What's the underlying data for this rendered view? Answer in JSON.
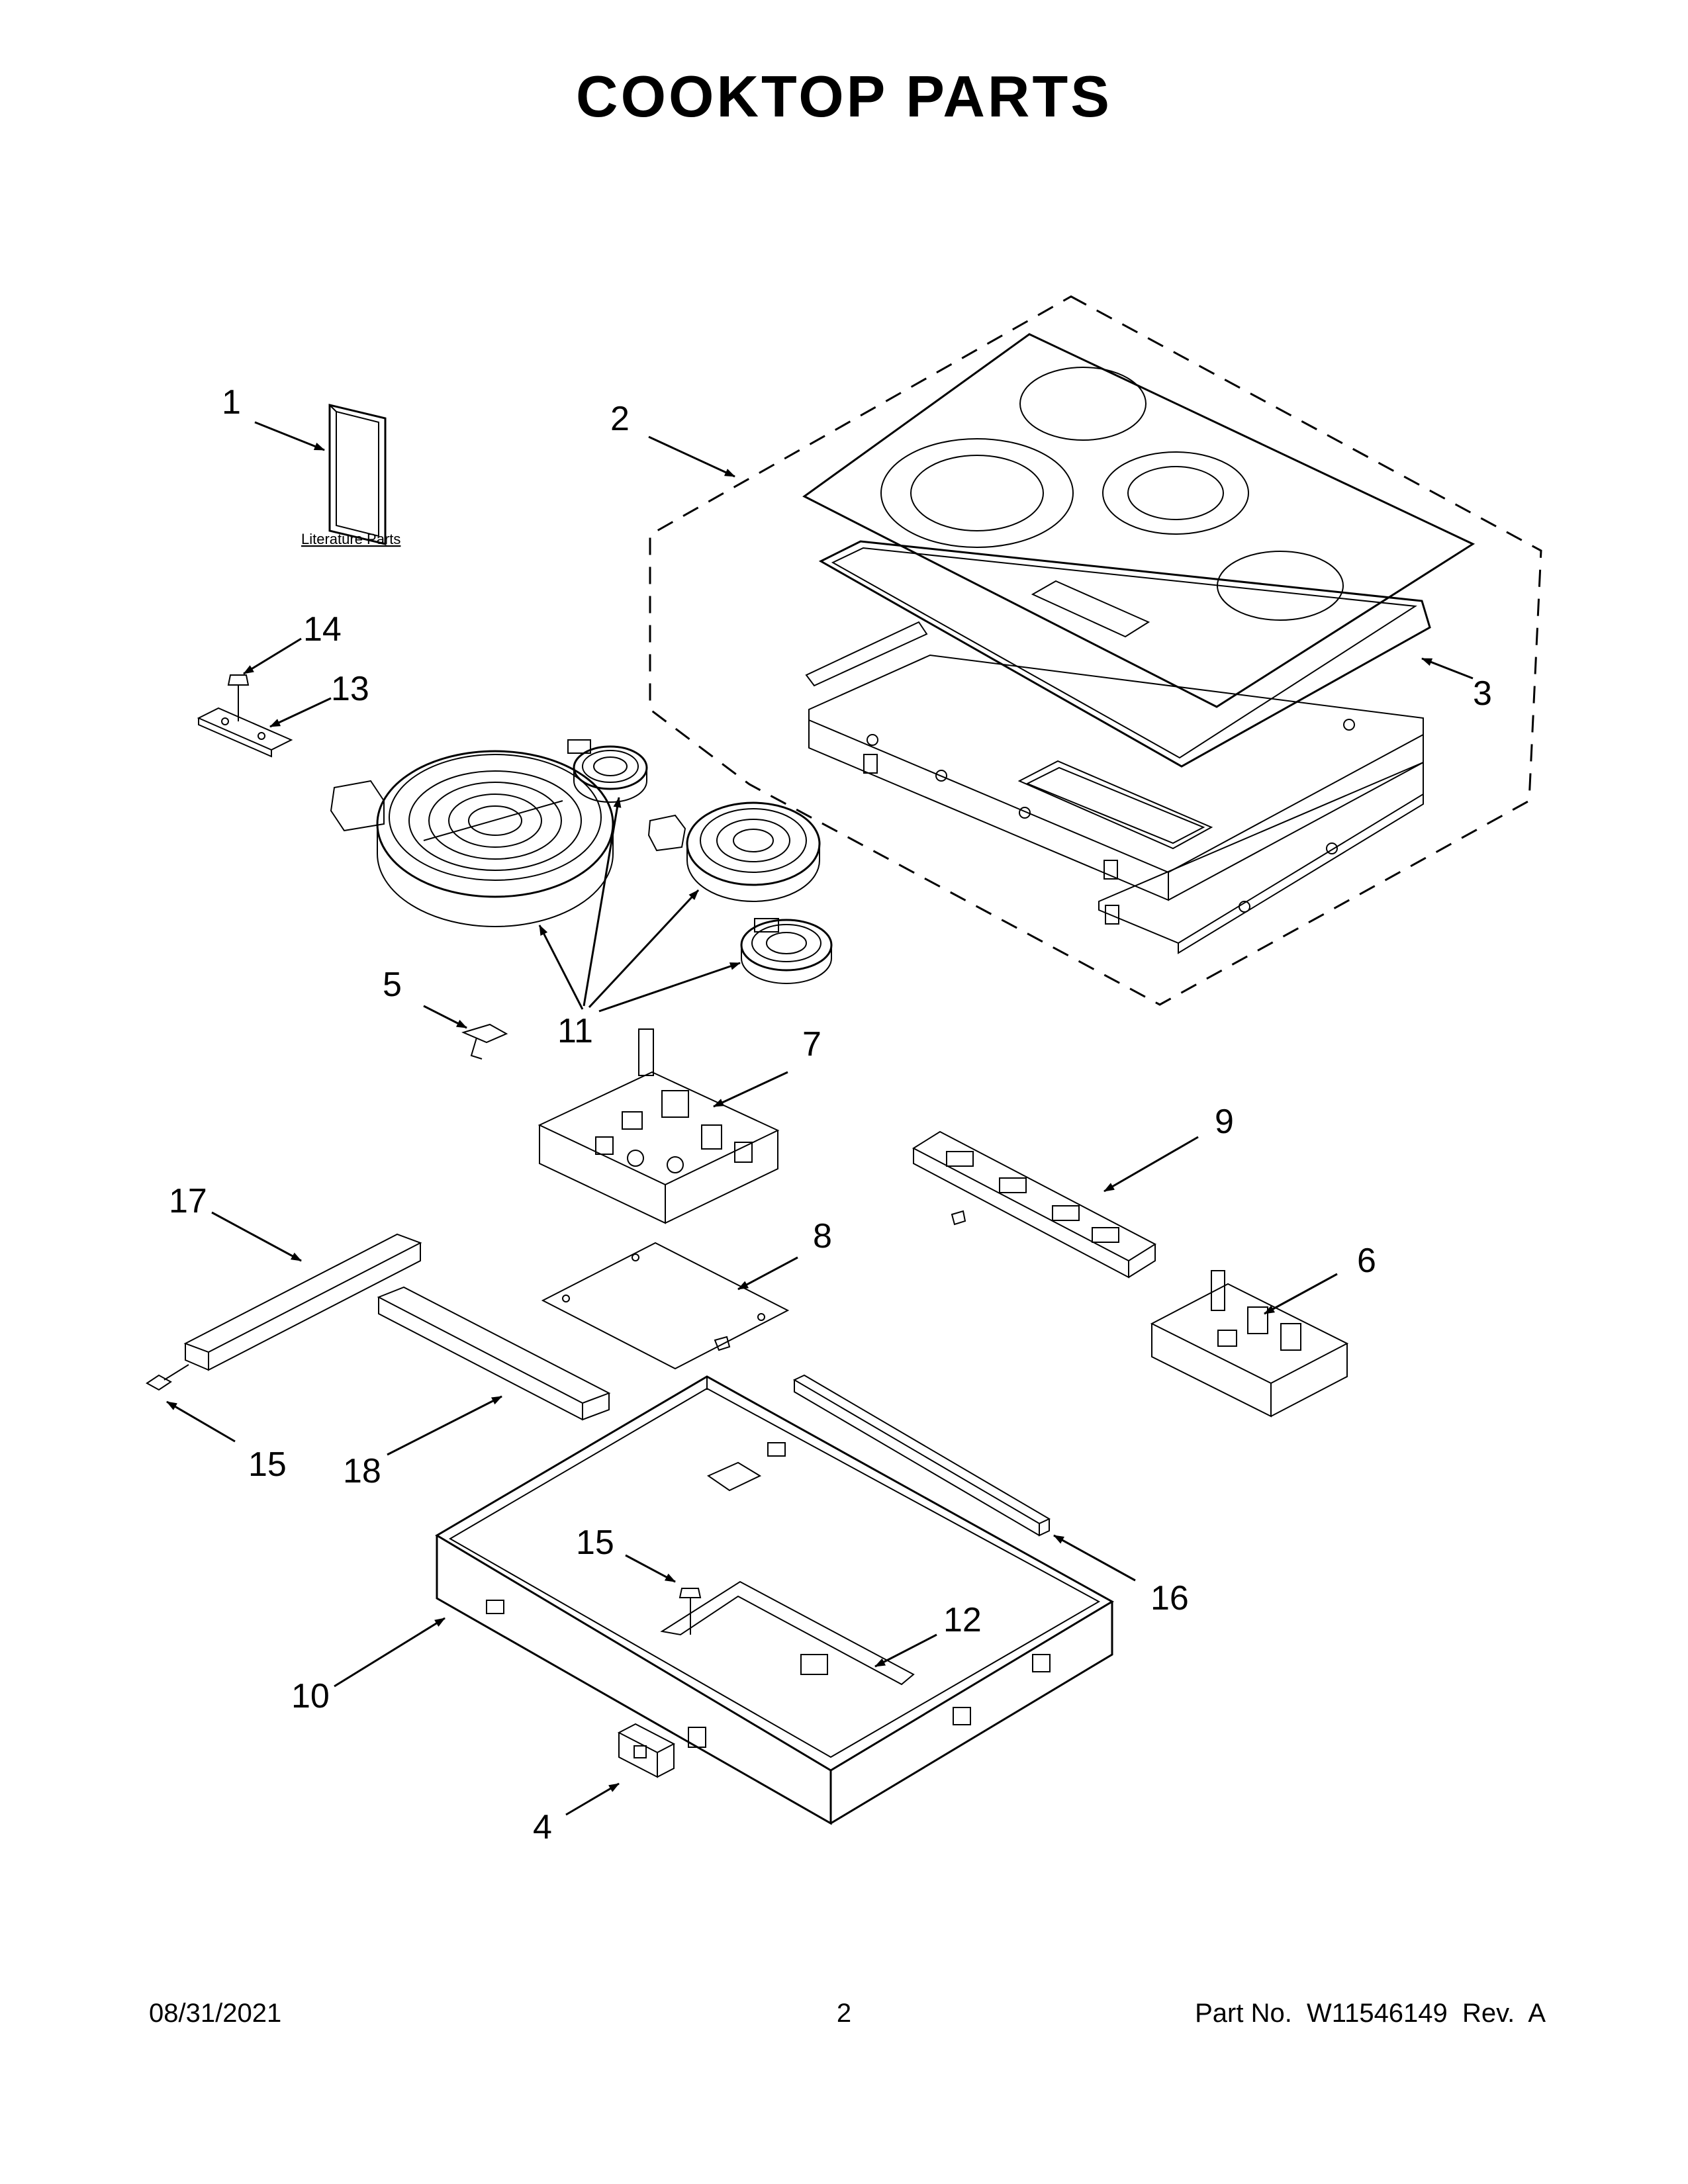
{
  "title": "COOKTOP PARTS",
  "footer": {
    "date": "08/31/2021",
    "page": "2",
    "part": "Part No.  W11546149  Rev.  A"
  },
  "diagram": {
    "literature_caption": "Literature Parts",
    "callouts": [
      {
        "id": "c1",
        "text": "1"
      },
      {
        "id": "c2",
        "text": "2"
      },
      {
        "id": "c3",
        "text": "3"
      },
      {
        "id": "c4",
        "text": "4"
      },
      {
        "id": "c5",
        "text": "5"
      },
      {
        "id": "c6",
        "text": "6"
      },
      {
        "id": "c7",
        "text": "7"
      },
      {
        "id": "c8",
        "text": "8"
      },
      {
        "id": "c9",
        "text": "9"
      },
      {
        "id": "c10",
        "text": "10"
      },
      {
        "id": "c11",
        "text": "11"
      },
      {
        "id": "c12",
        "text": "12"
      },
      {
        "id": "c13",
        "text": "13"
      },
      {
        "id": "c14",
        "text": "14"
      },
      {
        "id": "c15a",
        "text": "15"
      },
      {
        "id": "c15b",
        "text": "15"
      },
      {
        "id": "c16",
        "text": "16"
      },
      {
        "id": "c17",
        "text": "17"
      },
      {
        "id": "c18",
        "text": "18"
      }
    ]
  }
}
